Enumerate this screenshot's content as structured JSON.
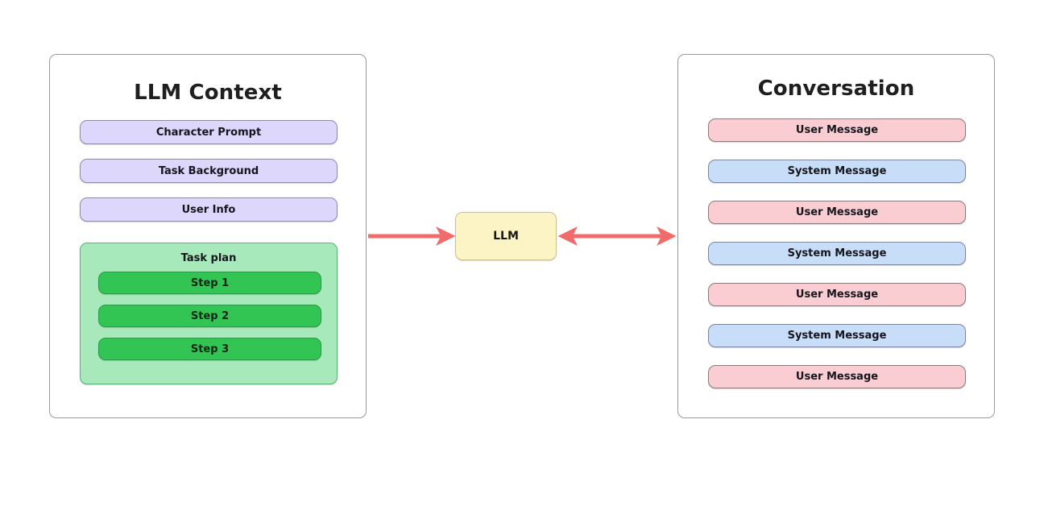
{
  "diagram": {
    "title_hidden": "LLM Context and Conversation flow",
    "background_color": "#ffffff"
  },
  "context_panel": {
    "name": "LLM Context",
    "title": "LLM Context",
    "border_color": "#9a9a9a",
    "item_color": "#dcd7fb",
    "items": [
      {
        "label": "Character Prompt"
      },
      {
        "label": "Task Background"
      },
      {
        "label": "User Info"
      }
    ],
    "task_plan": {
      "title": "Task plan",
      "container_color": "#a8e9bb",
      "step_color": "#33c554",
      "steps": [
        {
          "label": "Step 1"
        },
        {
          "label": "Step 2"
        },
        {
          "label": "Step 3"
        }
      ]
    }
  },
  "llm_node": {
    "label": "LLM",
    "color": "#fcf4c5"
  },
  "arrows": {
    "color": "#f26b6b",
    "left": {
      "name": "context-to-llm-arrow",
      "direction": "right",
      "heads": 1
    },
    "right": {
      "name": "llm-to-conversation-arrow",
      "direction": "both",
      "heads": 2
    }
  },
  "conversation_panel": {
    "name": "Conversation",
    "title": "Conversation",
    "border_color": "#9a9a9a",
    "user_color": "#f9cdd1",
    "system_color": "#c7ddf8",
    "messages": [
      {
        "label": "User Message",
        "role": "user"
      },
      {
        "label": "System Message",
        "role": "system"
      },
      {
        "label": "User Message",
        "role": "user"
      },
      {
        "label": "System Message",
        "role": "system"
      },
      {
        "label": "User Message",
        "role": "user"
      },
      {
        "label": "System Message",
        "role": "system"
      },
      {
        "label": "User Message",
        "role": "user"
      }
    ]
  }
}
